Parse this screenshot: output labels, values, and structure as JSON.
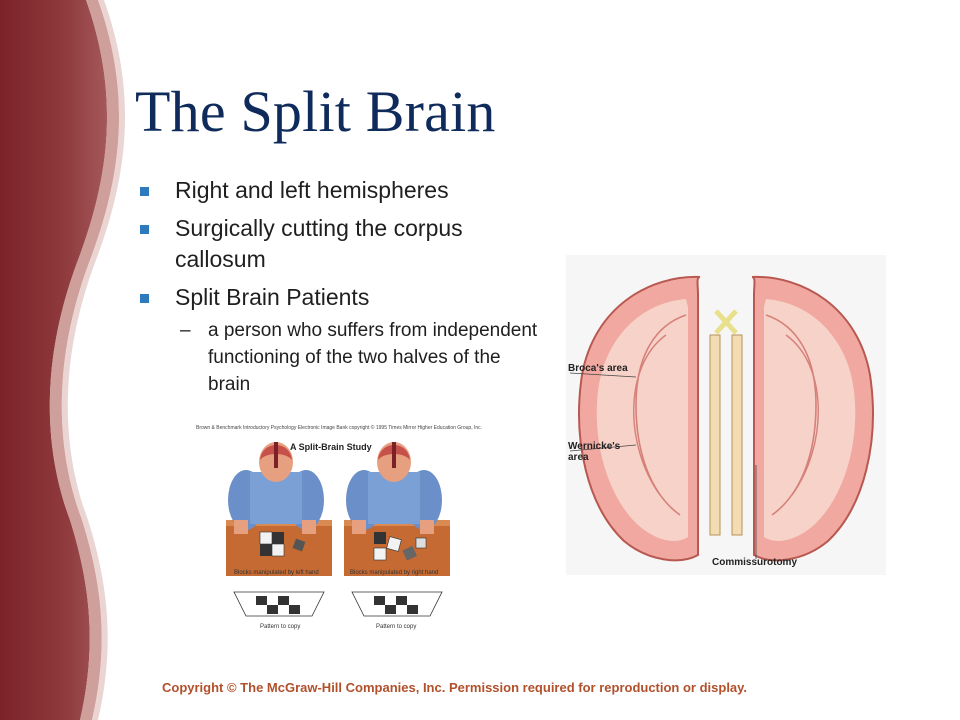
{
  "slide": {
    "title": "The Split Brain",
    "bullets": [
      {
        "text": "Right and left hemispheres"
      },
      {
        "text": "Surgically cutting the corpus callosum"
      },
      {
        "text": "Split Brain Patients",
        "sub": [
          "a person who suffers from independent functioning of the two halves of the brain"
        ]
      }
    ],
    "sub_marker": "–",
    "copyright": "Copyright © The McGraw-Hill Companies, Inc. Permission required for reproduction or display."
  },
  "figure_study": {
    "credit": "Brown & Benchmark Introductory Psychology Electronic Image Bank copyright © 1995 Times Mirror Higher Education Group, Inc.",
    "title": "A Split-Brain Study",
    "left_caption": "Blocks manipulated by left hand",
    "right_caption": "Blocks manipulated by right hand",
    "left_pattern_caption": "Pattern to copy",
    "right_pattern_caption": "Pattern to copy"
  },
  "figure_brain": {
    "label_broca": "Broca's area",
    "label_wernicke": "Wernicke's area",
    "label_commissurotomy": "Commissurotomy"
  },
  "colors": {
    "title": "#0f2b5b",
    "bullet_marker": "#2d7bbd",
    "copyright": "#b1502b",
    "wave_dark": "#7a2228",
    "wave_light": "#c68e8a"
  },
  "icons": {
    "bullet": "square-bullet-icon"
  }
}
